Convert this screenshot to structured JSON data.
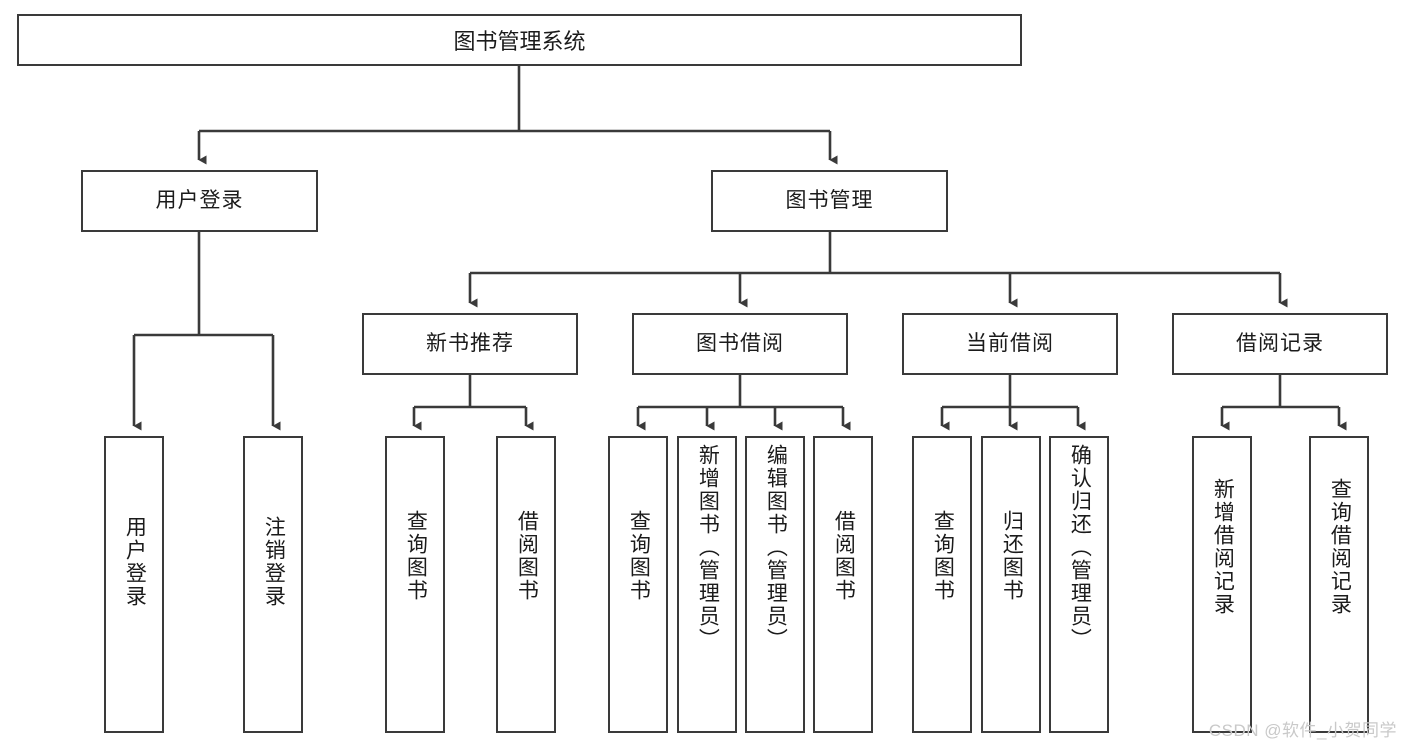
{
  "diagram": {
    "title": "图书管理系统",
    "type": "hierarchy-tree",
    "watermark": "CSDN @软件_小贺同学",
    "colors": {
      "box_border": "#3a3a3a",
      "box_fill": "#ffffff",
      "edge": "#3a3a3a",
      "text": "#1b1b1b",
      "watermark": "#c9c9c9"
    },
    "levels": {
      "root": {
        "label": "图书管理系统"
      },
      "level2": [
        {
          "label": "用户登录"
        },
        {
          "label": "图书管理"
        }
      ],
      "level3": [
        {
          "label": "新书推荐"
        },
        {
          "label": "图书借阅"
        },
        {
          "label": "当前借阅"
        },
        {
          "label": "借阅记录"
        }
      ],
      "leaves": {
        "user_login": [
          {
            "label": "用户登录"
          },
          {
            "label": "注销登录"
          }
        ],
        "new_book": [
          {
            "label": "查询图书"
          },
          {
            "label": "借阅图书"
          }
        ],
        "book_borrow": [
          {
            "label": "查询图书"
          },
          {
            "label": "新增图书（管理员）"
          },
          {
            "label": "编辑图书（管理员）"
          },
          {
            "label": "借阅图书"
          }
        ],
        "current_borrow": [
          {
            "label": "查询图书"
          },
          {
            "label": "归还图书"
          },
          {
            "label": "确认归还（管理员）"
          }
        ],
        "borrow_record": [
          {
            "label": "新增借阅记录"
          },
          {
            "label": "查询借阅记录"
          }
        ]
      }
    }
  }
}
